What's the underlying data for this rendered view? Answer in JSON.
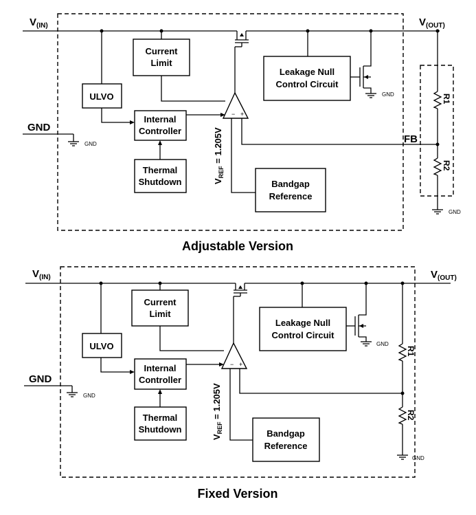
{
  "labels": {
    "vin": "V(IN)",
    "vout": "V(OUT)",
    "gnd": "GND",
    "gnd_small": "GND",
    "fb": "FB",
    "r1": "R1",
    "r2": "R2",
    "vref": "VREF = 1.205V",
    "plus": "+",
    "minus": "−"
  },
  "blocks": {
    "current_limit": [
      "Current",
      "Limit"
    ],
    "ulvo": [
      "ULVO"
    ],
    "internal_controller": [
      "Internal",
      "Controller"
    ],
    "thermal_shutdown": [
      "Thermal",
      "Shutdown"
    ],
    "leakage_null": [
      "Leakage Null",
      "Control Circuit"
    ],
    "bandgap": [
      "Bandgap",
      "Reference"
    ]
  },
  "versions": {
    "adjustable": "Adjustable Version",
    "fixed": "Fixed Version"
  }
}
